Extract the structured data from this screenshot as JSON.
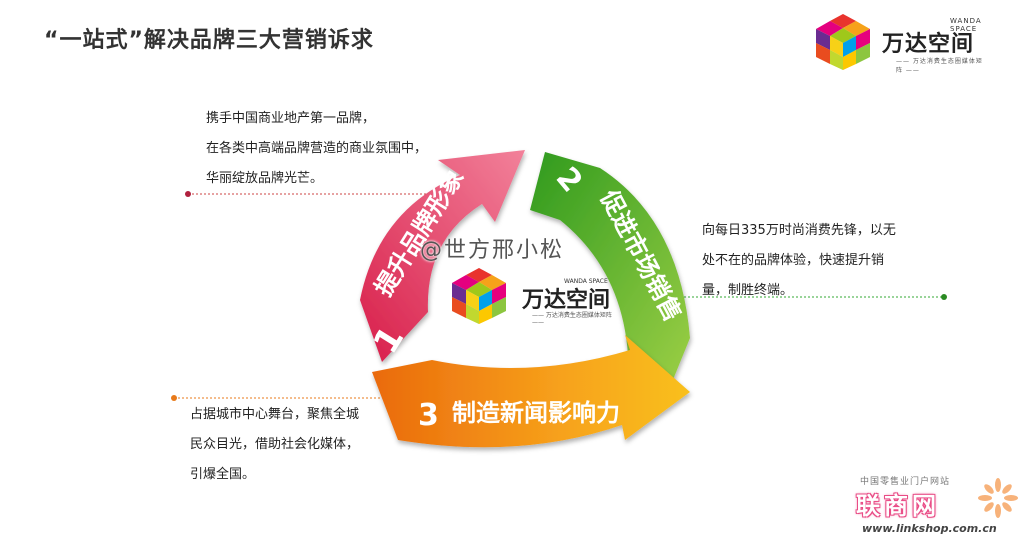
{
  "page": {
    "title": "“一站式”解决品牌三大营销诉求"
  },
  "logo": {
    "wordmark": "万达空间",
    "english": "WANDA SPACE",
    "tagline": "—— 万达消费生态圈媒体矩阵 ——"
  },
  "cycle": {
    "segments": [
      {
        "number": "1",
        "label": "提升品牌形象",
        "color": "#e33a5e"
      },
      {
        "number": "2",
        "label": "促进市场销售",
        "color": "#5fb52b"
      },
      {
        "number": "3",
        "label": "制造新闻影响力",
        "color": "#f39a16"
      }
    ]
  },
  "text_blocks": [
    {
      "lines": [
        "携手中国商业地产第一品牌，",
        "在各类中高端品牌营造的商业氛围中，",
        "华丽绽放品牌光芒。"
      ]
    },
    {
      "lines": [
        "向每日335万时尚消费先锋，以无",
        "处不在的品牌体验，快速提升销",
        "量，制胜终端。"
      ]
    },
    {
      "lines": [
        "占据城市中心舞台，聚焦全城",
        "民众目光，借助社会化媒体，",
        "引爆全国。"
      ]
    }
  ],
  "watermark": "@世方邢小松",
  "site_mark": {
    "top_text": "中国零售业门户网站",
    "name": "联商网",
    "url": "www.linkshop.com.cn"
  }
}
